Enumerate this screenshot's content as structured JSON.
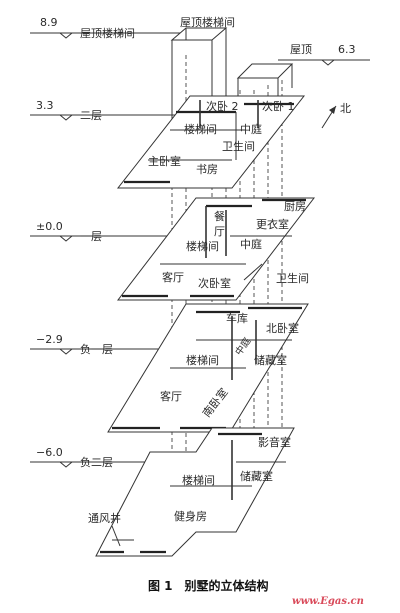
{
  "levels": [
    {
      "elevation": "8.9",
      "name": "屋顶楼梯间"
    },
    {
      "elevation": "6.3",
      "name": "屋顶"
    },
    {
      "elevation": "3.3",
      "name": "二层"
    },
    {
      "elevation": "±0.0",
      "name": "一层"
    },
    {
      "elevation": "−2.9",
      "name": "负一层"
    },
    {
      "elevation": "−6.0",
      "name": "负二层"
    }
  ],
  "rooms": {
    "roof_stair": "屋顶楼梯间",
    "l2_bed2a": "次卧 2",
    "l2_bed1": "次卧 1",
    "l2_stair": "楼梯间",
    "l2_court": "中庭",
    "l2_bath": "卫生间",
    "l2_master": "主卧室",
    "l2_study": "书房",
    "l1_kitchen": "厨房",
    "l1_dining_a": "餐",
    "l1_dining_b": "厅",
    "l1_closet": "更衣室",
    "l1_stair": "楼梯间",
    "l1_court": "中庭",
    "l1_living": "客厅",
    "l1_bed": "次卧室",
    "l1_bath": "卫生间",
    "b1_garage": "车库",
    "b1_northbed": "北卧室",
    "b1_stair": "楼梯间",
    "b1_court": "中庭",
    "b1_storage": "储藏室",
    "b1_living": "客厅",
    "b1_southbed": "南卧室",
    "b2_cinema": "影音室",
    "b2_storage": "储藏室",
    "b2_stair": "楼梯间",
    "b2_shaft": "通风井",
    "b2_gym": "健身房"
  },
  "north_label": "北",
  "caption": "图 1　别墅的立体结构",
  "watermark": "www.Egas.cn"
}
